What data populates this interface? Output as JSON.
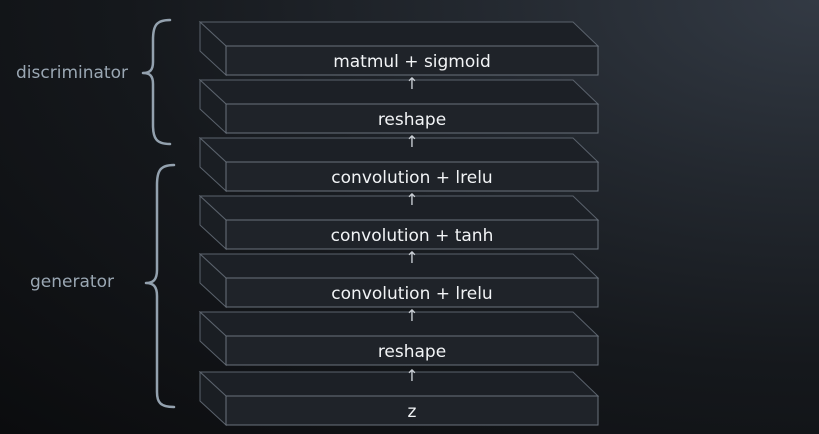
{
  "groups": {
    "discriminator": "discriminator",
    "generator": "generator"
  },
  "layers": [
    "matmul + sigmoid",
    "reshape",
    "convolution + lrelu",
    "convolution + tanh",
    "convolution + lrelu",
    "reshape",
    "z"
  ],
  "arrow": "↑"
}
